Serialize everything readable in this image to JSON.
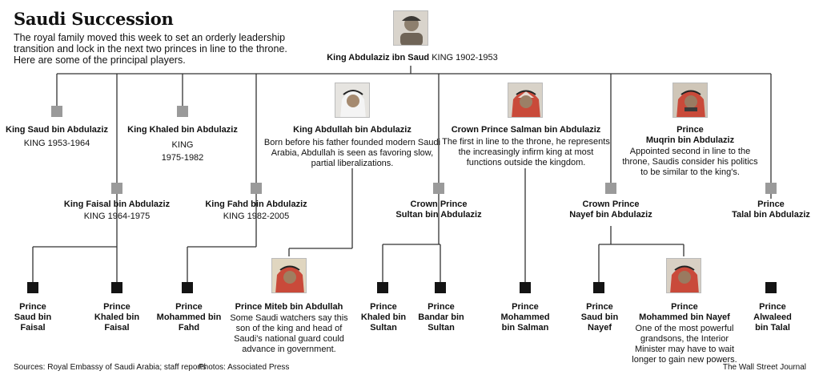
{
  "header": {
    "title": "Saudi Succession",
    "intro": "The royal family moved this week to set an orderly leadership transition and lock in the next two princes in line to the throne. Here are some of the principal players."
  },
  "root": {
    "name": "King Abdulaziz ibn Saud",
    "sub": "KING 1902-1953"
  },
  "gen1": [
    {
      "name": "King Saud bin Abdulaziz",
      "sub": "KING 1953-1964"
    },
    {
      "name": "King Faisal bin Abdulaziz",
      "sub": "KING 1964-1975"
    },
    {
      "name": "King Khaled bin Abdulaziz",
      "sub": "KING\n1975-1982"
    },
    {
      "name": "King Fahd bin Abdulaziz",
      "sub": "KING 1982-2005"
    },
    {
      "name": "King Abdullah bin Abdulaziz",
      "desc": "Born before his father founded modern Saudi Arabia, Abdullah is seen as favoring slow, partial liberalizations."
    },
    {
      "name": "Crown Prince\nSultan bin Abdulaziz"
    },
    {
      "name": "Crown Prince Salman bin Abdulaziz",
      "desc": "The first in line to the throne, he represents the increasingly infirm king at most functions outside the kingdom."
    },
    {
      "name": "Crown Prince\nNayef bin Abdulaziz"
    },
    {
      "name": "Prince\nMuqrin bin Abdulaziz",
      "desc": "Appointed second in line to the throne, Saudis consider his politics to be similar to the king's."
    },
    {
      "name": "Prince\nTalal bin Abdulaziz"
    }
  ],
  "gen2": [
    {
      "name": "Prince\nSaud bin\nFaisal"
    },
    {
      "name": "Prince\nKhaled bin\nFaisal"
    },
    {
      "name": "Prince\nMohammed bin\nFahd"
    },
    {
      "name": "Prince Miteb bin Abdullah",
      "desc": "Some Saudi watchers say this son of the king and head of Saudi's national guard could advance in government."
    },
    {
      "name": "Prince\nKhaled bin\nSultan"
    },
    {
      "name": "Prince\nBandar bin\nSultan"
    },
    {
      "name": "Prince\nMohammed\nbin Salman"
    },
    {
      "name": "Prince\nSaud bin\nNayef"
    },
    {
      "name": "Prince\nMohammed bin Nayef",
      "desc": "One of the most powerful grandsons, the Interior Minister may have to wait longer to gain new powers."
    },
    {
      "name": "Prince\nAlwaleed\nbin Talal"
    }
  ],
  "footer": {
    "sources": "Sources: Royal Embassy of Saudi Arabia; staff reports",
    "photos": "Photos: Associated Press",
    "credit": "The Wall Street Journal"
  },
  "colors": {
    "line": "#333333",
    "square_gen1": "#9a9a9a",
    "square_gen2": "#141414"
  }
}
